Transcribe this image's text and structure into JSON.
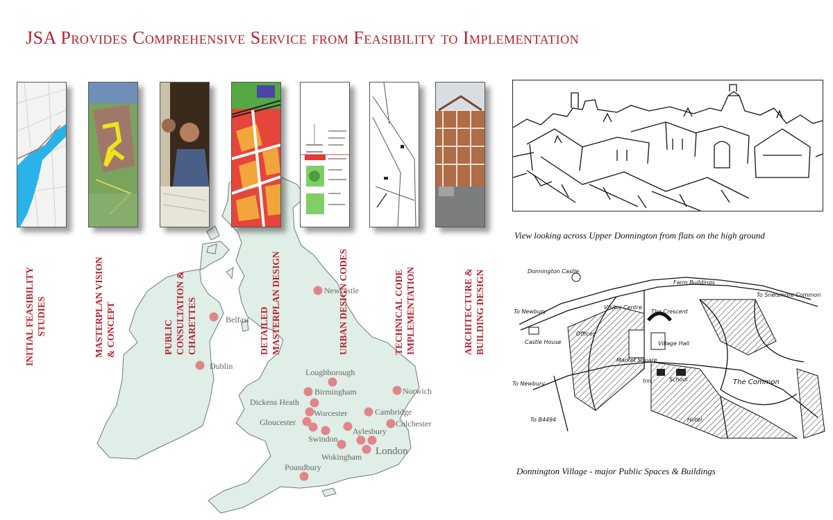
{
  "title": "JSA Provides Comprehensive Service from Feasibility to Implementation",
  "stages": [
    {
      "line1": "INITIAL FEASIBILITY",
      "line2": "STUDIES"
    },
    {
      "line1": "MASTERPLAN VISION",
      "line2": "& CONCEPT"
    },
    {
      "line1": "PUBLIC",
      "line2": "CONSULTATION &",
      "line3": "CHARETTES"
    },
    {
      "line1": "DETAILED",
      "line2": "MASTERPLAN DESIGN"
    },
    {
      "line1": "URBAN DESIGN CODES"
    },
    {
      "line1": "TECHNICAL CODE",
      "line2": "IMPLEMENTATION"
    },
    {
      "line1": "ARCHITECTURE &",
      "line2": "BUILDING DESIGN"
    }
  ],
  "map_cities": {
    "newcastle": "Newcastle",
    "belfast": "Belfast",
    "dublin": "Dublin",
    "loughborough": "Loughborough",
    "birmingham": "Birmingham",
    "dickens_heath": "Dickens Heath",
    "worcester": "Worcester",
    "gloucester": "Gloucester",
    "swindon": "Swindon",
    "aylesbury": "Aylesbury",
    "wokingham": "Wokingham",
    "london": "London",
    "poundbury": "Poundbury",
    "norwich": "Norwich",
    "cambridge": "Cambridge",
    "colchester": "Colchester"
  },
  "sketch_top_caption": "View looking across Upper Donnington from flats on the high ground",
  "sketch_bottom_caption": "Donnington Village - major Public Spaces & Buildings",
  "sketch_labels": {
    "donnington_castle": "Donnington Castle",
    "farm_buildings": "Farm Buildings",
    "visitor_centre": "Visitor Centre",
    "crescent": "The Crescent",
    "village_hall": "Village Hall",
    "castle_house": "Castle House",
    "offices": "Offices",
    "market_square": "Market Square",
    "inn": "Inn",
    "school": "School",
    "the_common": "The Common",
    "hotel": "Hotel",
    "to_newbury_1": "To Newbury",
    "to_newbury_2": "To Newbury",
    "to_b4494": "To B4494",
    "to_snelsmore_common": "To Snelsmore Common"
  }
}
